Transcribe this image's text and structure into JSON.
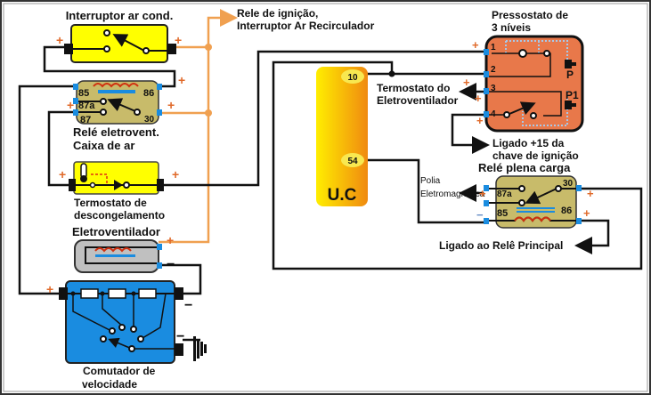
{
  "components": {
    "interruptor": {
      "title": "Interruptor ar cond."
    },
    "rele_eletrovent": {
      "title_line1": "Relé eletrovent.",
      "title_line2": "Caixa de ar",
      "pins": [
        "85",
        "86",
        "87a",
        "87",
        "30"
      ]
    },
    "termostato_desc": {
      "title_line1": "Termostato de",
      "title_line2": "descongelamento"
    },
    "eletroventilador": {
      "title": "Eletroventilador"
    },
    "comutador": {
      "title_line1": "Comutador de",
      "title_line2": "velocidade"
    },
    "uc": {
      "label": "U.C",
      "pin_top": "10",
      "pin_bottom": "54"
    },
    "pressostato": {
      "title_line1": "Pressostato de",
      "title_line2": "3 níveis",
      "pins": [
        "1",
        "2",
        "3",
        "4"
      ],
      "sensor_p": "P",
      "sensor_p1": "P1"
    },
    "rele_plena": {
      "title": "Relé plena carga",
      "pins": [
        "30",
        "87a",
        "85",
        "86"
      ]
    }
  },
  "annotations": {
    "rele_ignicao_line1": "Rele de ignição,",
    "rele_ignicao_line2": "Interruptor Ar Recirculador",
    "termostato_eletro_line1": "Termostato do",
    "termostato_eletro_line2": "Eletroventilador",
    "ligado15_line1": "Ligado +15 da",
    "ligado15_line2": "chave de ignição",
    "polia_line1": "Polia",
    "polia_line2": "Eletromagnética",
    "ligado_rele_principal": "Ligado ao Relê Principal"
  },
  "symbols": {
    "plus": "+",
    "minus": "−"
  },
  "colors": {
    "wire": "#111111",
    "wire_positive": "#f0a050",
    "plus_sign": "#e06a2a",
    "switch_yellow": "#ffff00",
    "relay_khaki": "#c8bb6a",
    "fan_gray": "#c0c0c0",
    "commutator_blue": "#1a8ce0",
    "pressostat_orange": "#e8784a",
    "terminal_blue": "#1a8ce0"
  }
}
